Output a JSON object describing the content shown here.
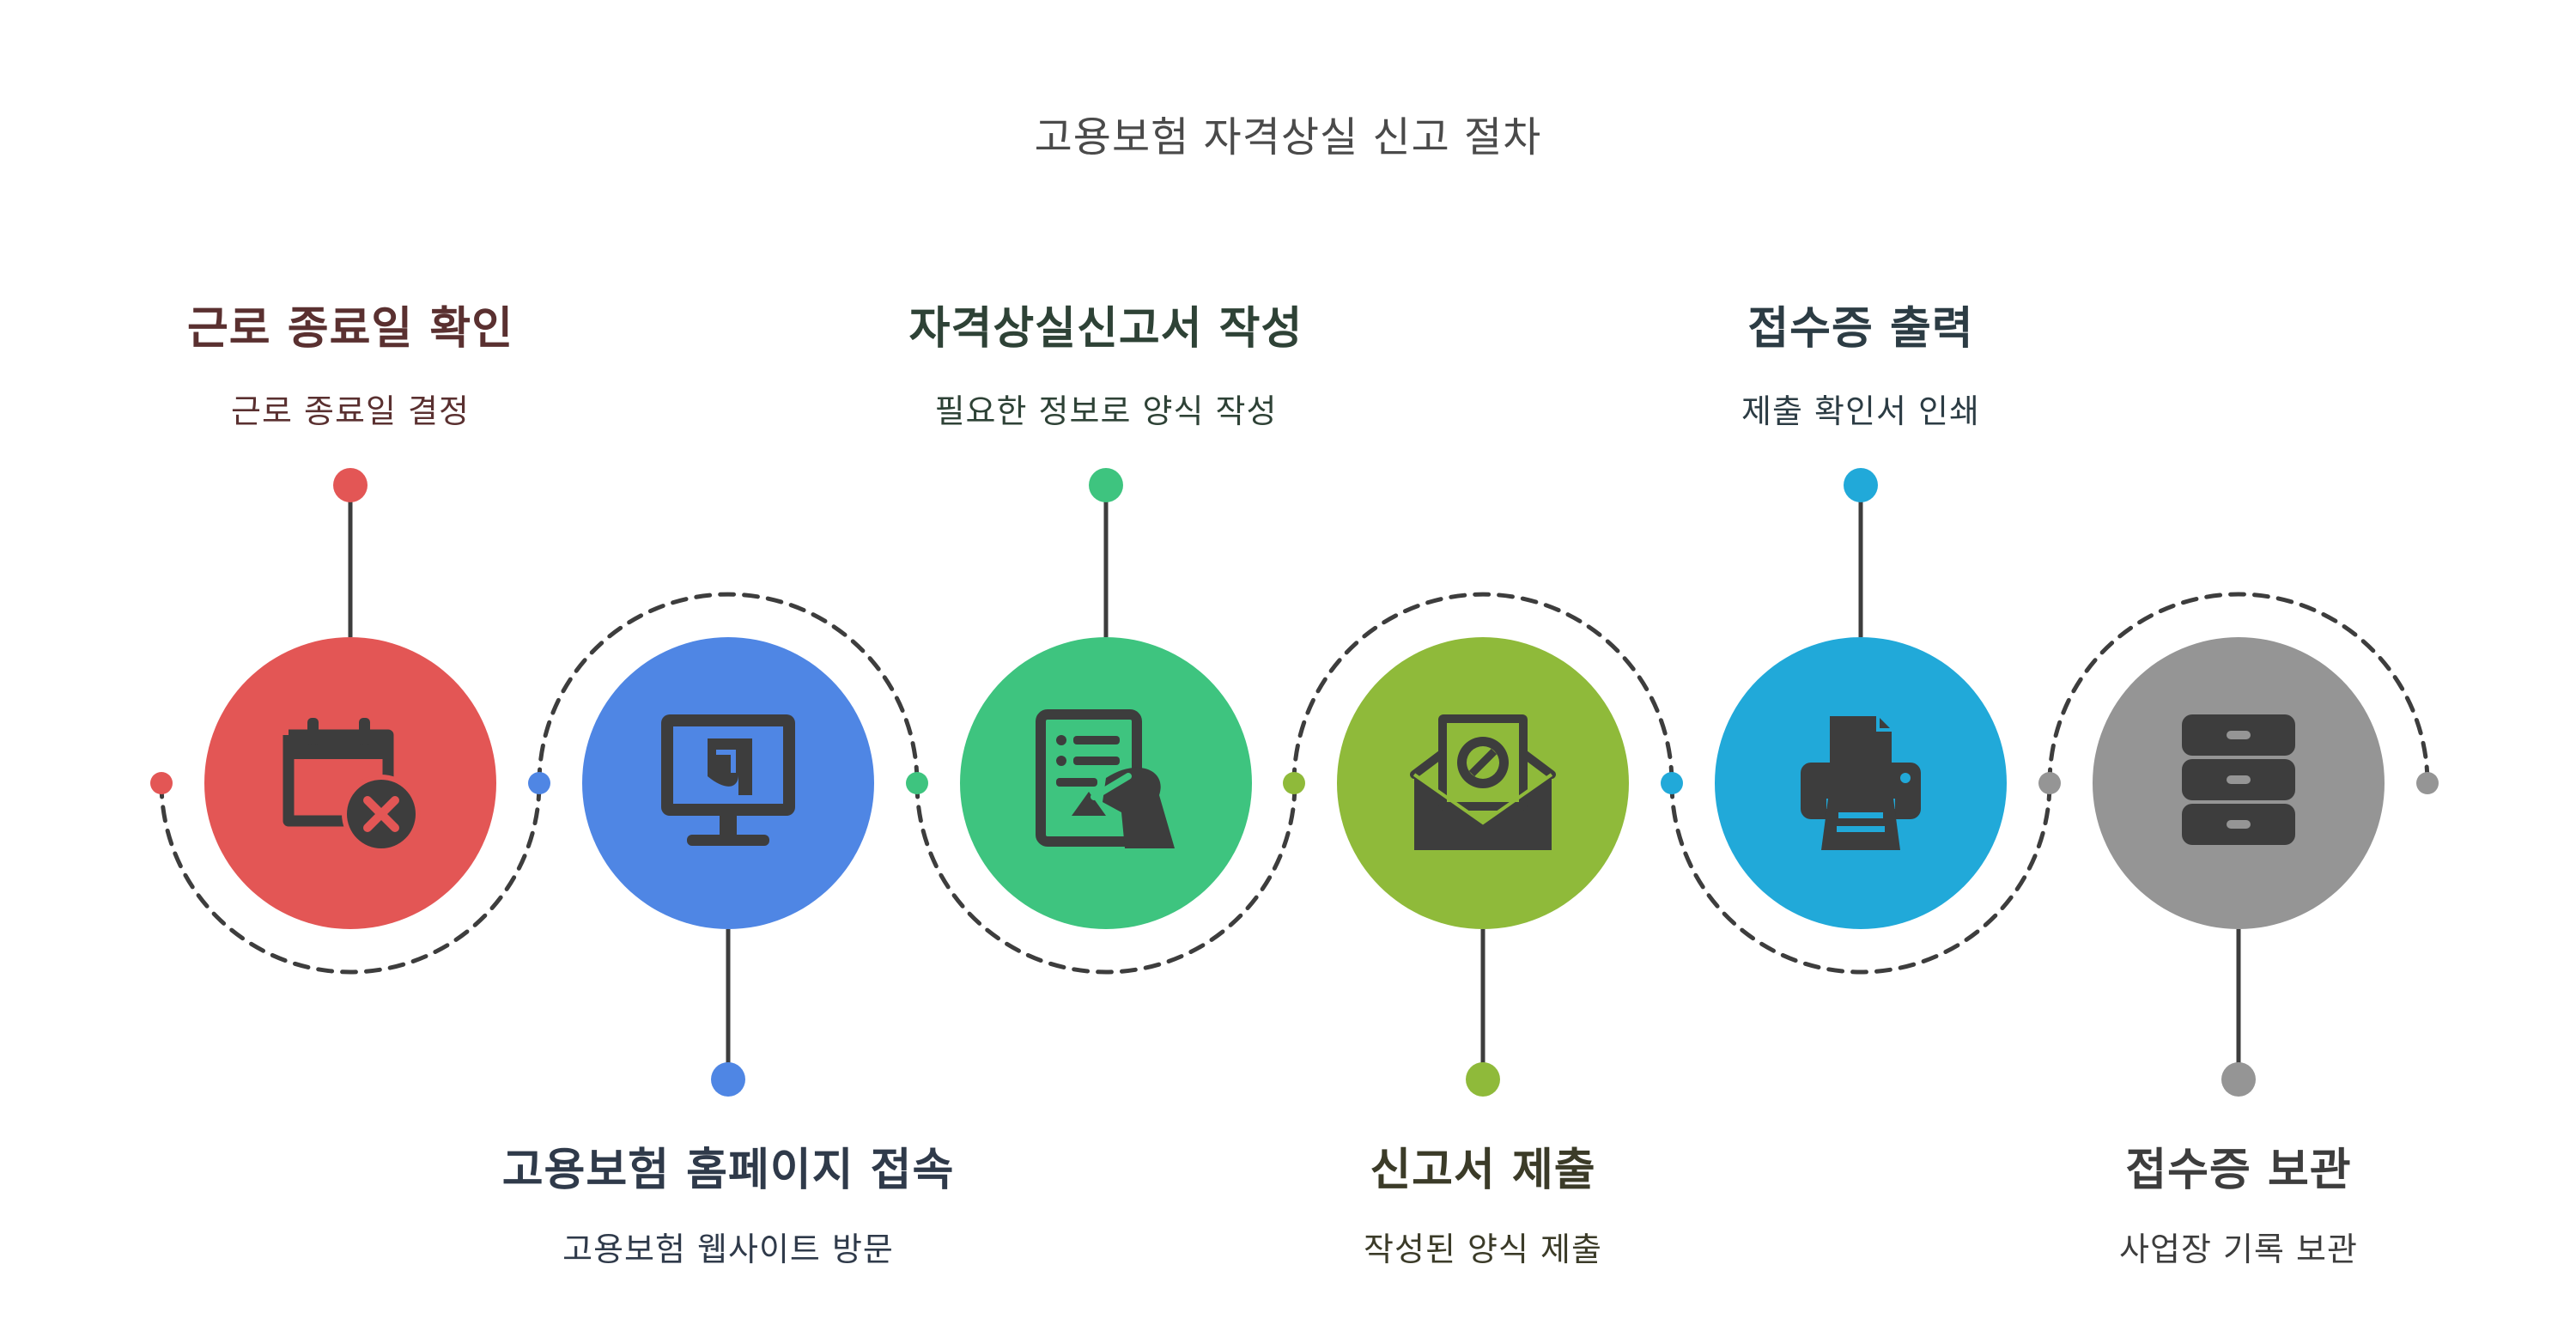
{
  "title": "고용보험 자격상실 신고 절차",
  "colors": {
    "line": "#3d3d3d",
    "icon": "#3d3d3d",
    "title_text": "#4a4a4a"
  },
  "steps": [
    {
      "title": "근로 종료일 확인",
      "desc": "근로 종료일 결정",
      "color": "#E35655",
      "text_color": "#5a3030",
      "icon": "calendar-x-icon",
      "label_position": "top"
    },
    {
      "title": "고용보험 홈페이지 접속",
      "desc": "고용보험 웹사이트 방문",
      "color": "#4F86E4",
      "text_color": "#2f3a4a",
      "icon": "monitor-icon",
      "label_position": "bottom"
    },
    {
      "title": "자격상실신고서 작성",
      "desc": "필요한 정보로 양식 작성",
      "color": "#3EC47F",
      "text_color": "#2e4236",
      "icon": "form-signing-icon",
      "label_position": "top"
    },
    {
      "title": "신고서 제출",
      "desc": "작성된 양식 제출",
      "color": "#8FBA3A",
      "text_color": "#3b3b28",
      "icon": "envelope-icon",
      "label_position": "bottom"
    },
    {
      "title": "접수증 출력",
      "desc": "제출 확인서 인쇄",
      "color": "#21A9D9",
      "text_color": "#2c3c44",
      "icon": "printer-icon",
      "label_position": "top"
    },
    {
      "title": "접수증 보관",
      "desc": "사업장 기록 보관",
      "color": "#959595",
      "text_color": "#3d3d3d",
      "icon": "file-cabinet-icon",
      "label_position": "bottom"
    }
  ]
}
